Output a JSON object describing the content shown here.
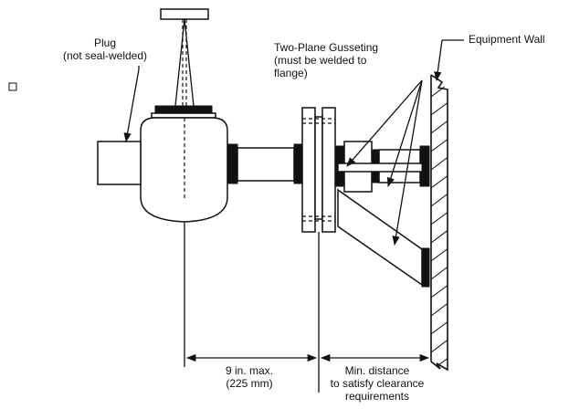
{
  "labels": {
    "plug_line1": "Plug",
    "plug_line2": "(not seal-welded)",
    "gusset_line1": "Two-Plane Gusseting",
    "gusset_line2": "(must be welded to",
    "gusset_line3": "flange)",
    "equipment_wall": "Equipment Wall",
    "dim_left_line1": "9 in. max.",
    "dim_left_line2": "(225 mm)",
    "dim_right_line1": "Min. distance",
    "dim_right_line2": "to satisfy clearance",
    "dim_right_line3": "requirements"
  }
}
